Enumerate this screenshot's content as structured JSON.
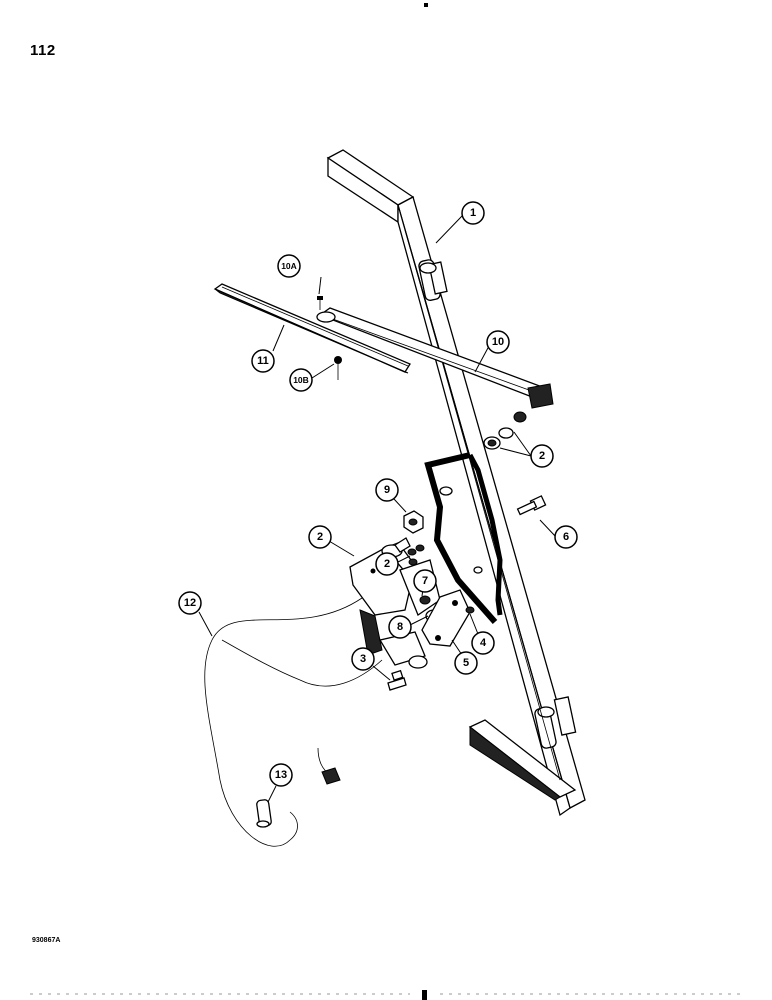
{
  "page_number": "112",
  "figure_code": "930867A",
  "callouts": [
    {
      "id": "1",
      "label": "1"
    },
    {
      "id": "2a",
      "label": "2"
    },
    {
      "id": "2b",
      "label": "2"
    },
    {
      "id": "2c",
      "label": "2"
    },
    {
      "id": "3",
      "label": "3"
    },
    {
      "id": "4",
      "label": "4"
    },
    {
      "id": "5",
      "label": "5"
    },
    {
      "id": "6",
      "label": "6"
    },
    {
      "id": "7",
      "label": "7"
    },
    {
      "id": "8",
      "label": "8"
    },
    {
      "id": "9",
      "label": "9"
    },
    {
      "id": "10",
      "label": "10"
    },
    {
      "id": "10A",
      "label": "10A"
    },
    {
      "id": "10B",
      "label": "10B"
    },
    {
      "id": "11",
      "label": "11"
    },
    {
      "id": "12",
      "label": "12"
    },
    {
      "id": "13",
      "label": "13"
    }
  ]
}
